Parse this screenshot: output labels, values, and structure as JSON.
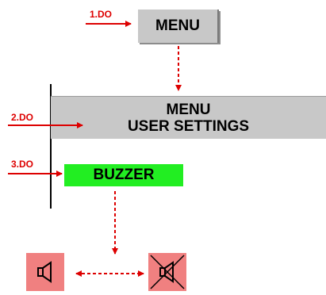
{
  "steps": {
    "step1": "1.DO",
    "step2": "2.DO",
    "step3": "3.DO"
  },
  "menu_button": {
    "label": "MENU"
  },
  "menu_panel": {
    "line1": "MENU",
    "line2": "USER SETTINGS"
  },
  "buzzer": {
    "label": "BUZZER"
  },
  "icons": {
    "speaker_on": "speaker-icon",
    "speaker_muted": "speaker-muted-icon"
  },
  "colors": {
    "arrow": "#dd0000",
    "panel_gray": "#c8c8c8",
    "buzzer_green": "#22ee22",
    "icon_bg": "#f08080"
  }
}
